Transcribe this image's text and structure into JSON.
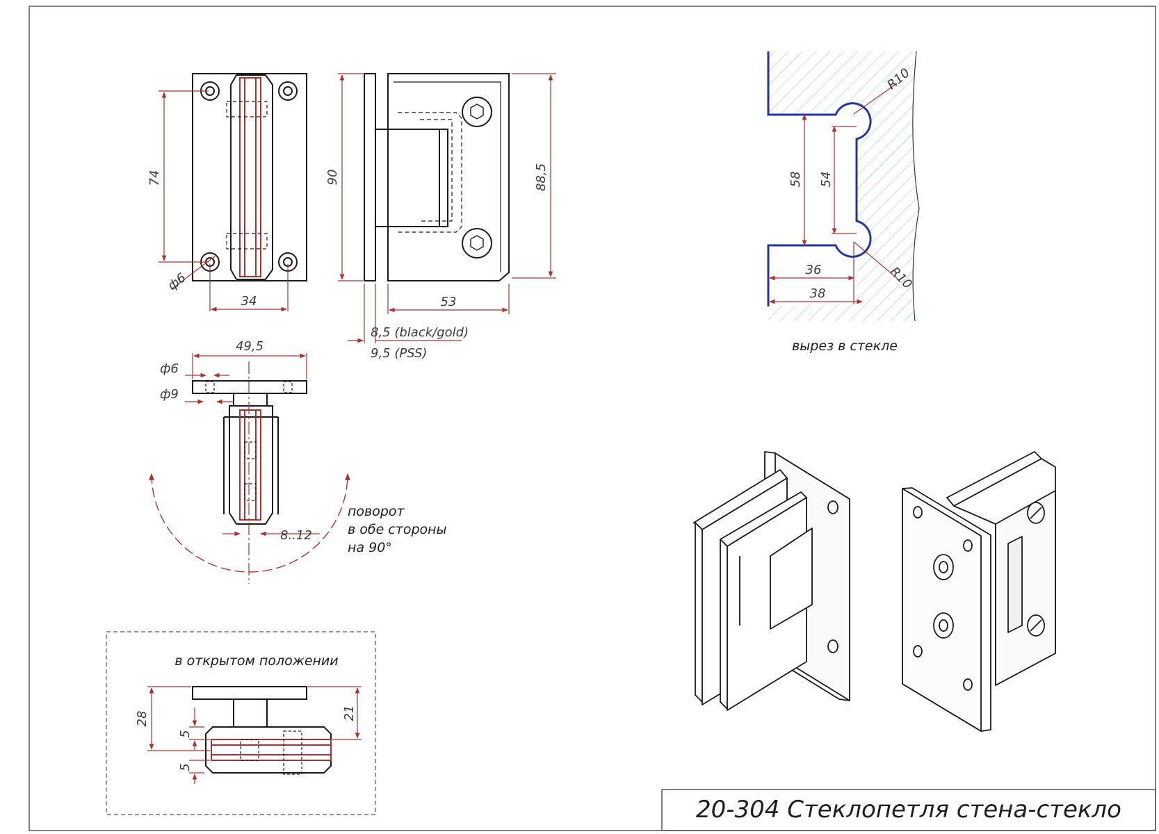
{
  "drawing": {
    "title": "20-304 Стеклопетля стена-стекло",
    "colors": {
      "outline": "#1a1a1a",
      "dimension": "#b03030",
      "glass": "#2233aa",
      "hatch": "#9fc2e6"
    },
    "front_view": {
      "dim_74": "74",
      "dim_34": "34",
      "dim_phi6": "ф6"
    },
    "side_view": {
      "dim_90": "90",
      "dim_88_5": "88,5",
      "dim_53": "53",
      "dim_black_gold": "8,5 (black/gold)",
      "dim_pss": "9,5 (PSS)"
    },
    "top_view": {
      "dim_49_5": "49,5",
      "dim_phi6": "ф6",
      "dim_phi9": "ф9",
      "dim_glass": "8..12",
      "rotation_note": [
        "поворот",
        "в обе стороны",
        "на 90°"
      ]
    },
    "open_position": {
      "caption": "в открытом положении",
      "dim_28": "28",
      "dim_21": "21",
      "dim_5a": "5",
      "dim_5b": "5"
    },
    "glass_cutout": {
      "caption": "вырез в стекле",
      "dim_r10_top": "R10",
      "dim_r10_bottom": "R10",
      "dim_58": "58",
      "dim_54": "54",
      "dim_36": "36",
      "dim_38": "38"
    }
  }
}
